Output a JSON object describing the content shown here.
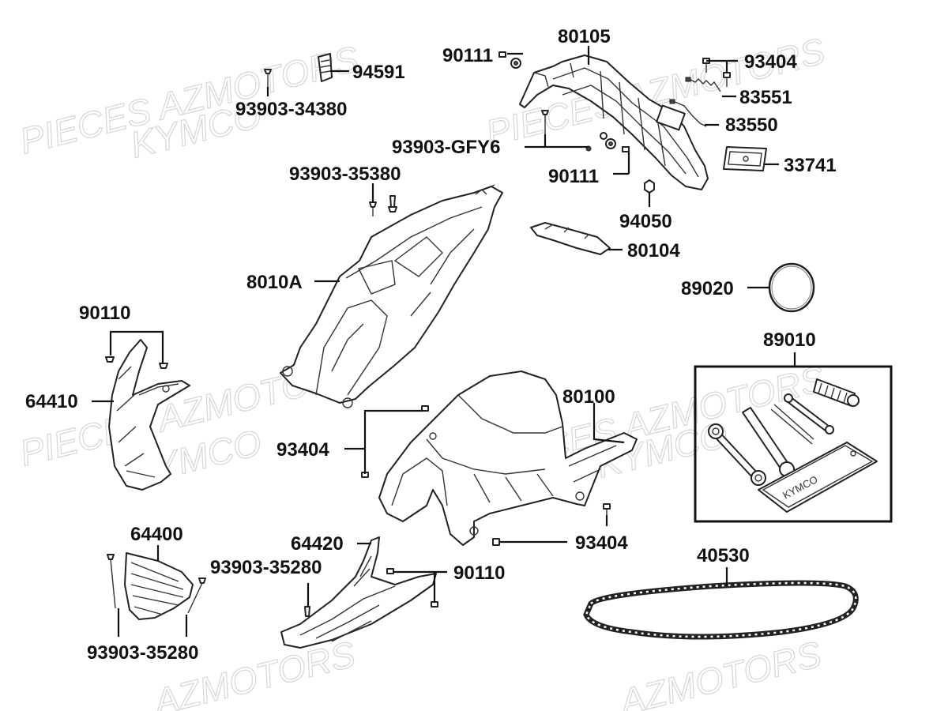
{
  "watermark": {
    "line1": "PIECES AZMOTORS",
    "line2": "KYMCO",
    "fragment": "AZMOTORS"
  },
  "labels": {
    "p80105": "80105",
    "p90111_top": "90111",
    "p93404_top": "93404",
    "p94591": "94591",
    "p93903_34380": "93903-34380",
    "p83551": "83551",
    "p83550": "83550",
    "p93903_gfy6": "93903-GFY6",
    "p90111_mid": "90111",
    "p33741": "33741",
    "p93903_35380": "93903-35380",
    "p94050": "94050",
    "p80104": "80104",
    "p8010a": "8010A",
    "p89020": "89020",
    "p90110_left": "90110",
    "p89010": "89010",
    "p64410": "64410",
    "p80100": "80100",
    "p93404_mid": "93404",
    "p93404_low": "93404",
    "p64400": "64400",
    "p64420": "64420",
    "p93903_35280_a": "93903-35280",
    "p90110_low": "90110",
    "p40530": "40530",
    "p93903_35280_b": "93903-35280"
  },
  "toolkit_brand": "KYMCO"
}
